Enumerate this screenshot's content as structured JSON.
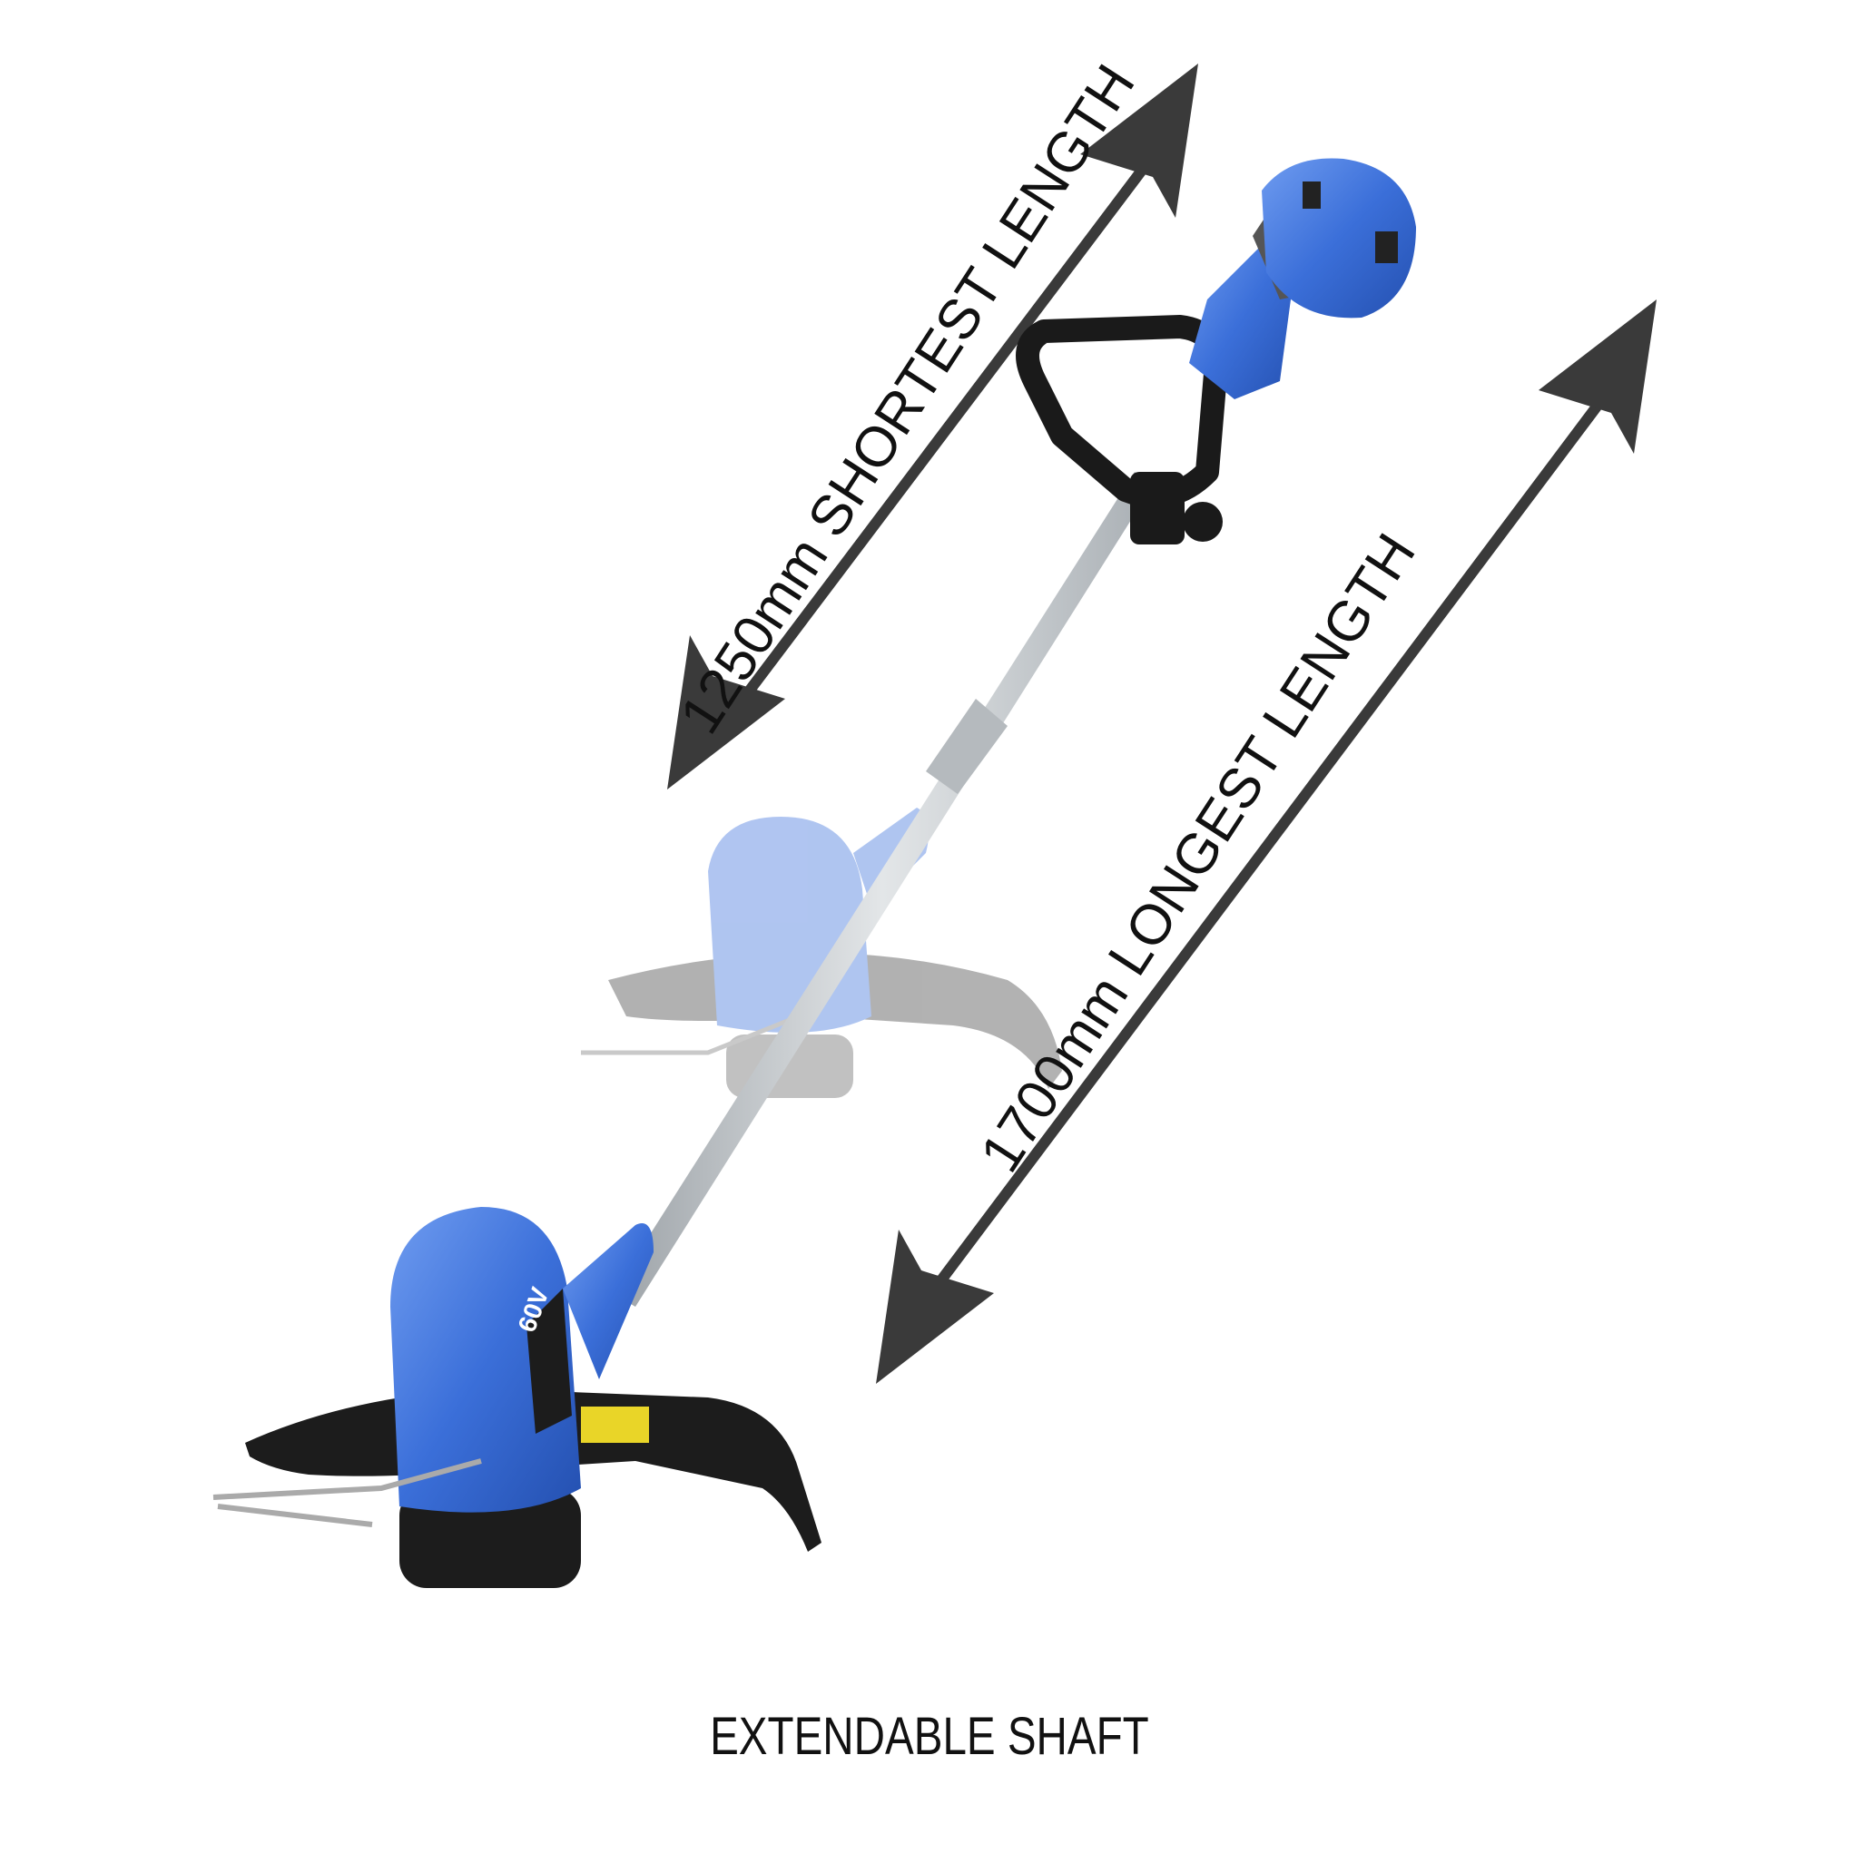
{
  "dimensions": {
    "shortest": "1250mm SHORTEST LENGTH",
    "longest": "1700mm LONGEST LENGTH"
  },
  "caption": "EXTENDABLE SHAFT",
  "product": {
    "voltage_badge": "60V"
  },
  "colors": {
    "tool_blue": "#3b6fd9",
    "arrow_gray": "#3a3a3a",
    "shaft_gray": "#c8ccd0",
    "guard_black": "#1c1c1c"
  }
}
